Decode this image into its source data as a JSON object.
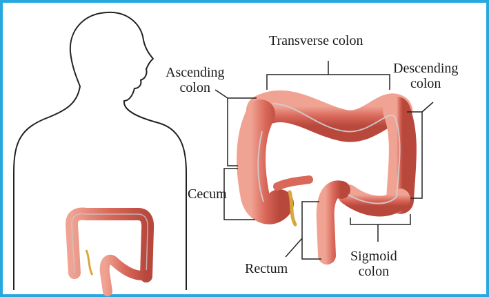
{
  "labels": {
    "transverse": "Transverse colon",
    "ascending": "Ascending\ncolon",
    "descending": "Descending\ncolon",
    "cecum": "Cecum",
    "rectum": "Rectum",
    "sigmoid": "Sigmoid\ncolon"
  },
  "colors": {
    "frame": "#27a9df",
    "colon": "#d9685a",
    "colon_dark": "#b8473c",
    "colon_light": "#f0a393",
    "appendix": "#d9a63a",
    "outline": "#222222"
  }
}
